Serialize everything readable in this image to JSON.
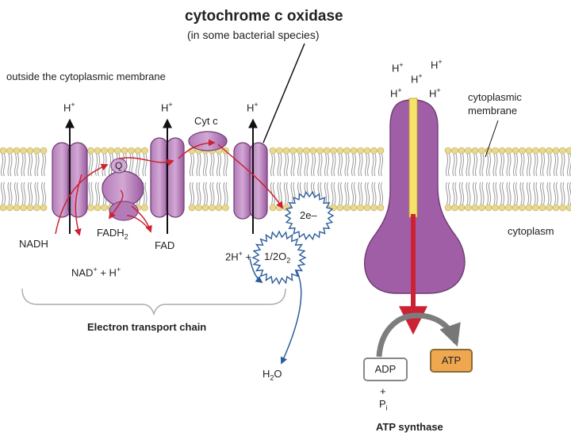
{
  "title": "cytochrome c oxidase",
  "subtitle": "(in some bacterial species)",
  "labels": {
    "outside": "outside the cytoplasmic membrane",
    "membrane": [
      "cytoplasmic",
      "membrane"
    ],
    "cytoplasm": "cytoplasm",
    "cytc": "Cyt c",
    "q": "Q",
    "nadh": "NADH",
    "fadh2": "FADH",
    "fadh2_sub": "2",
    "fad": "FAD",
    "nad": "NAD",
    "nad_sup": "+",
    "nad_tail": " + H",
    "nad_tail_sup": "+",
    "two_e": "2e–",
    "half_o2": "1/2O",
    "half_o2_sub": "2",
    "two_h": "2H",
    "two_h_sup": "+",
    "h2o_h": "H",
    "h2o_sub": "2",
    "h2o_o": "O",
    "etc": "Electron transport chain",
    "atp_synthase": "ATP synthase",
    "adp": "ADP",
    "atp": "ATP",
    "plus": "+",
    "pi": "P",
    "pi_sub": "i",
    "proton": "H",
    "proton_sup": "+"
  },
  "colors": {
    "protein": "#a05ea6",
    "protein_light": "#c79ac9",
    "arrow_red": "#cc2233",
    "arrow_blue": "#2c5d9b",
    "lipid_head": "#e9d98e",
    "atp_box": "#f0a850"
  }
}
